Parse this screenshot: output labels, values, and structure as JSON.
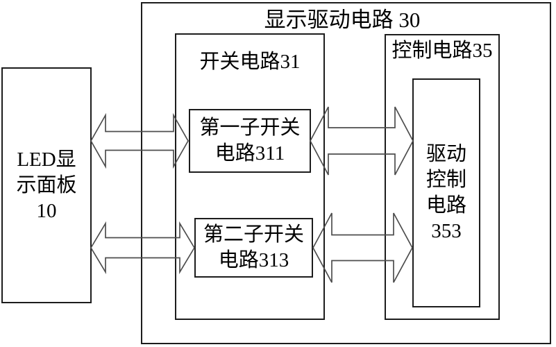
{
  "title": "显示驱动电路 30",
  "boxes": {
    "led_panel": {
      "lines": [
        "LED显",
        "示面板",
        "10"
      ],
      "full_label": "LED显示面板10"
    },
    "switch_circuit": {
      "label": "开关电路31"
    },
    "control_circuit": {
      "label": "控制电路35"
    },
    "sub_switch_1": {
      "lines": [
        "第一子开关",
        "电路311"
      ],
      "full_label": "第一子开关电路311"
    },
    "sub_switch_2": {
      "lines": [
        "第二子开关",
        "电路313"
      ],
      "full_label": "第二子开关电路313"
    },
    "drive_control": {
      "lines": [
        "驱动",
        "控制",
        "电路",
        "353"
      ],
      "full_label": "驱动控制电路353"
    }
  },
  "arrows": [
    {
      "name": "arrow-led-sub1",
      "between": [
        "LED显示面板10",
        "第一子开关电路311"
      ],
      "bidirectional": true
    },
    {
      "name": "arrow-led-sub2",
      "between": [
        "LED显示面板10",
        "第二子开关电路313"
      ],
      "bidirectional": true
    },
    {
      "name": "arrow-sub1-drive",
      "between": [
        "第一子开关电路311",
        "驱动控制电路353"
      ],
      "bidirectional": true
    },
    {
      "name": "arrow-sub2-drive",
      "between": [
        "第二子开关电路313",
        "驱动控制电路353"
      ],
      "bidirectional": true
    }
  ],
  "colors": {
    "background": "#ffffff",
    "box_border": "#1c1c1c",
    "arrow_outline": "#4d4d4d",
    "text": "#000000"
  }
}
